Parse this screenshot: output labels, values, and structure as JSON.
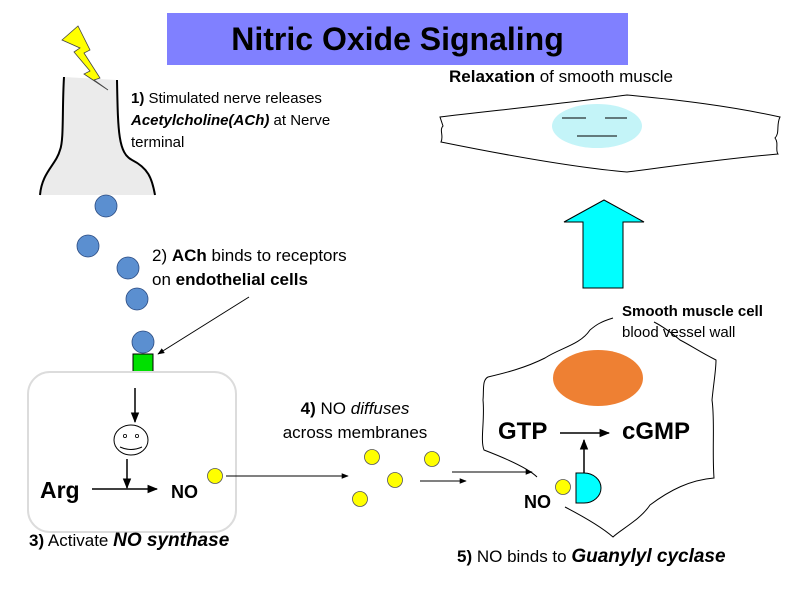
{
  "title": "Nitric Oxide Signaling",
  "colors": {
    "title_bg": "#8080ff",
    "ach_molecule": "#5b8fd0",
    "receptor": "#00e000",
    "no_molecule": "#ffff00",
    "lightning": "#ffff00",
    "nerve_terminal": "#ebebeb",
    "nucleus_relaxed": "#c4f4f8",
    "nucleus_smooth_muscle": "#ee8033",
    "relaxation_arrow": "#00ffff",
    "guanylyl_cyclase": "#00ffff"
  },
  "icons": {
    "lightning": "lightning-bolt-icon",
    "face": "smiley-face-icon"
  },
  "steps": {
    "step1": {
      "num": "1)",
      "line1_rest": " Stimulated nerve releases",
      "ach_name": "Acetylcholine(ACh)",
      "line2_rest": " at Nerve",
      "line3": "terminal"
    },
    "step2": {
      "num": "2)",
      "ach": "ACh",
      "line1_rest": " binds to receptors",
      "line2_pre": "on ",
      "cells": "endothelial cells"
    },
    "step3": {
      "num": "3)",
      "text": " Activate ",
      "enzyme": "NO synthase"
    },
    "step4": {
      "num": "4)",
      "no": " NO ",
      "verb": "diffuses",
      "line2": "across membranes"
    },
    "step5": {
      "num": "5)",
      "text": " NO binds to ",
      "enzyme": "Guanylyl cyclase"
    }
  },
  "endothelial": {
    "substrate": "Arg",
    "product": "NO"
  },
  "smooth_muscle": {
    "title": "Smooth muscle cell",
    "subtitle": "blood vessel wall",
    "gtp": "GTP",
    "cgmp": "cGMP",
    "no": "NO"
  },
  "relaxation": {
    "bold": "Relaxation",
    "rest": " of smooth muscle"
  }
}
